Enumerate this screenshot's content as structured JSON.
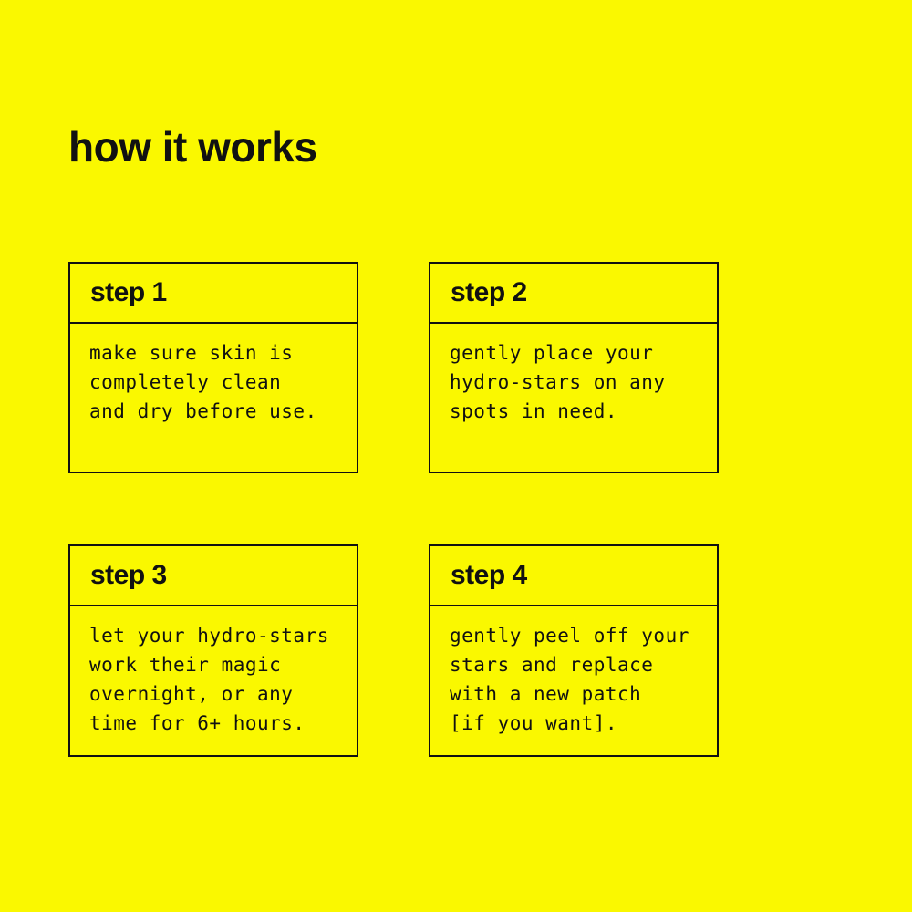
{
  "page": {
    "title": "how it works"
  },
  "colors": {
    "background": "#FAF800",
    "text": "#111111",
    "border": "#111111"
  },
  "steps": [
    {
      "label": "step 1",
      "text": "make sure skin is\ncompletely clean\nand dry before use."
    },
    {
      "label": "step 2",
      "text": "gently place your\nhydro-stars on any\nspots in need."
    },
    {
      "label": "step 3",
      "text": "let your hydro-stars\nwork their magic\novernight, or any\ntime for 6+ hours."
    },
    {
      "label": "step 4",
      "text": "gently peel off your\nstars and replace\nwith a new patch\n[if you want]."
    }
  ]
}
